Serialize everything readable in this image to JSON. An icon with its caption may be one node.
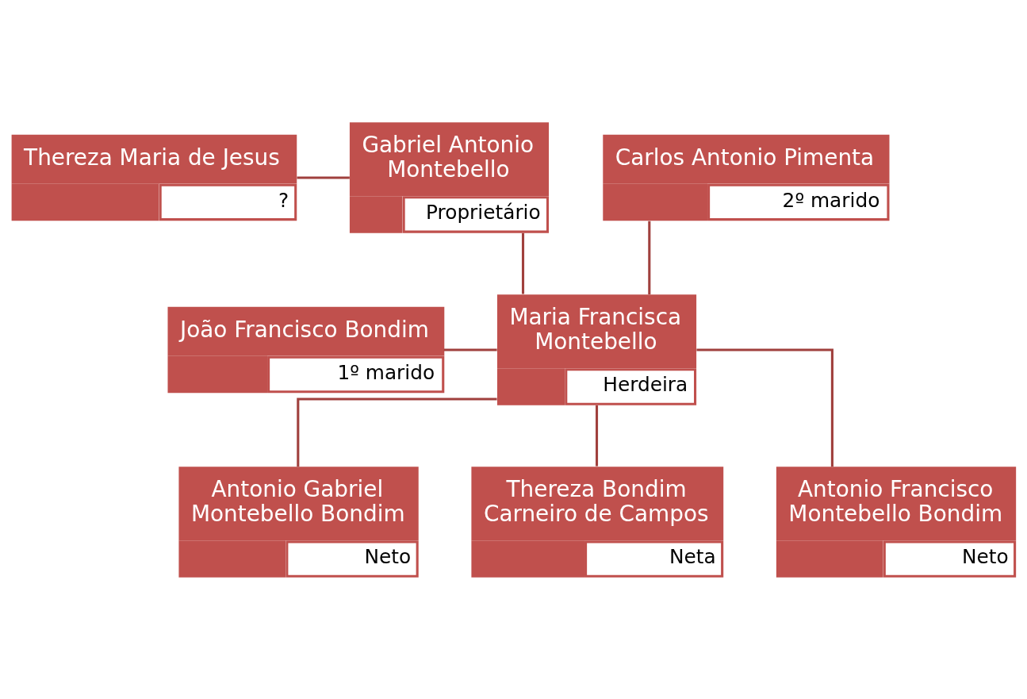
{
  "diagram": {
    "nodes": [
      {
        "text": [
          "Thereza Maria de Jesus",
          "?"
        ]
      },
      {
        "text": [
          "Gabriel Antonio Montebello",
          "Proprietário"
        ]
      },
      {
        "text": [
          "Carlos Antonio Pimenta",
          "2º marido"
        ]
      },
      {
        "text": [
          "Maria Francisca Montebello",
          "Herdeira"
        ]
      },
      {
        "text": [
          "João Francisco Bondim",
          "1º marido"
        ]
      },
      {
        "text": [
          "Antonio Gabriel Montebello Bondim",
          "Neto"
        ]
      },
      {
        "text": [
          "Thereza Bondim Carneiro de Campos",
          "Neta"
        ]
      },
      {
        "text": [
          "Antonio Francisco Montebello Bondim",
          "Neto"
        ]
      }
    ],
    "edges": [
      {
        "from": 0,
        "to": 1,
        "arrow": "none"
      },
      {
        "from": 1,
        "to": 3,
        "arrow": "none"
      },
      {
        "from": 2,
        "to": 3,
        "arrow": "none"
      },
      {
        "from": 4,
        "to": 3,
        "arrow": "none"
      },
      {
        "from": 3,
        "to": 5,
        "arrow": "none"
      },
      {
        "from": 3,
        "to": 6,
        "arrow": "none"
      },
      {
        "from": 3,
        "to": 7,
        "arrow": "none"
      }
    ]
  }
}
